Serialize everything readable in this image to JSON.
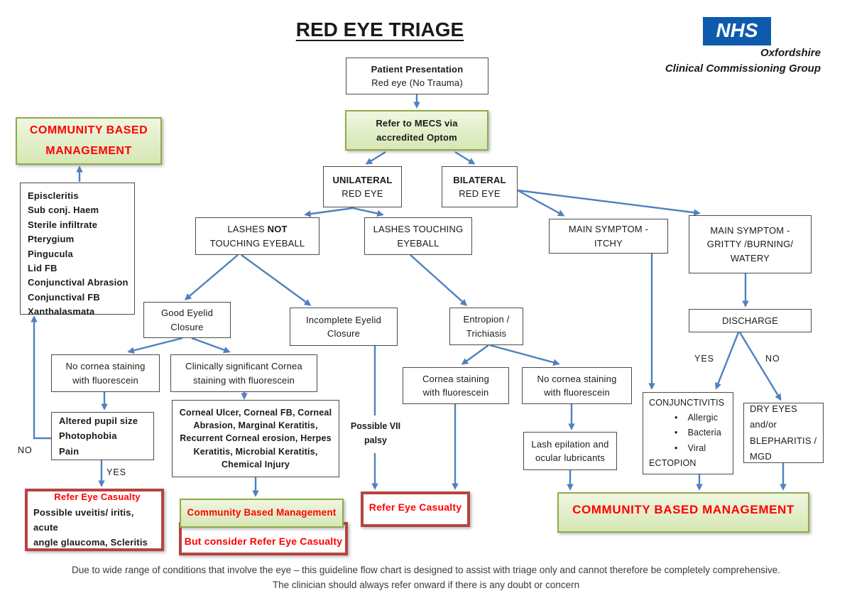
{
  "title": "RED EYE TRIAGE",
  "logo": {
    "nhs": "NHS",
    "org1": "Oxfordshire",
    "org2": "Clinical Commissioning Group"
  },
  "nodes": {
    "patient": {
      "line1": "Patient Presentation",
      "line2": "Red eye (No Trauma)"
    },
    "mecs": {
      "line1": "Refer to MECS via",
      "line2": "accredited Optom"
    },
    "unilateral": {
      "line1": "UNILATERAL",
      "line2": "RED EYE"
    },
    "bilateral": {
      "line1": "BILATERAL",
      "line2": "RED EYE"
    },
    "lashes_not": {
      "line1_pre": "LASHES ",
      "line1_bold": "NOT",
      "line2": "TOUCHING EYEBALL"
    },
    "lashes_touching": {
      "line1": "LASHES TOUCHING",
      "line2": "EYEBALL"
    },
    "symptom_itchy": {
      "line1": "MAIN SYMPTOM -",
      "line2": "ITCHY"
    },
    "symptom_gritty": {
      "line1": "MAIN SYMPTOM -",
      "line2": "GRITTY /BURNING/",
      "line3": "WATERY"
    },
    "community_top": {
      "line1": "COMMUNITY BASED",
      "line2": "MANAGEMENT"
    },
    "conditions": {
      "items": [
        "Episcleritis",
        "Sub conj. Haem",
        "Sterile infiltrate",
        "Pterygium",
        "Pingucula",
        "Lid FB",
        "Conjunctival Abrasion",
        "Conjunctival FB",
        "Xanthalasmata"
      ]
    },
    "good_eyelid": {
      "line1": "Good Eyelid",
      "line2": "Closure"
    },
    "incomplete_eyelid": {
      "line1": "Incomplete Eyelid",
      "line2": "Closure"
    },
    "entropion": {
      "line1": "Entropion /",
      "line2": "Trichiasis"
    },
    "no_stain_left": {
      "line1": "No cornea staining",
      "line2": "with fluorescein"
    },
    "clin_sig_stain": {
      "line1": "Clinically significant Cornea",
      "line2": "staining with fluorescein"
    },
    "stain_mid": {
      "line1": "Cornea staining",
      "line2": "with fluorescein"
    },
    "no_stain_right": {
      "line1": "No cornea staining",
      "line2": "with fluorescein"
    },
    "discharge": {
      "label": "DISCHARGE"
    },
    "altered_pupil": {
      "line1": "Altered pupil size",
      "line2": "Photophobia",
      "line3": "Pain"
    },
    "corneal_conditions": {
      "text": "Corneal Ulcer, Corneal FB, Corneal Abrasion, Marginal Keratitis, Recurrent Corneal erosion, Herpes Keratitis, Microbial Keratitis, Chemical Injury"
    },
    "vii_palsy": {
      "line1": "Possible VII",
      "line2": "palsy"
    },
    "lash_epilation": {
      "line1": "Lash epilation and",
      "line2": "ocular lubricants"
    },
    "conjunctivitis": {
      "title": "CONJUNCTIVITIS",
      "bullets": [
        "Allergic",
        "Bacteria",
        "Viral"
      ],
      "footer": "ECTOPION"
    },
    "dry_eyes": {
      "line1": "DRY EYES and/or",
      "line2": "BLEPHARITIS /",
      "line3": "MGD"
    },
    "refer_left": {
      "title": "Refer Eye Casualty",
      "line2": "Possible uveitis/ iritis, acute",
      "line3": "angle glaucoma, Scleritis"
    },
    "community_small": {
      "label": "Community Based Management"
    },
    "but_consider": {
      "label": "But consider Refer Eye Casualty"
    },
    "refer_mid": {
      "label": "Refer Eye Casualty"
    },
    "community_bottom": {
      "label": "COMMUNITY BASED MANAGEMENT"
    }
  },
  "labels": {
    "yes_left": "YES",
    "no_left": "NO",
    "yes_right": "YES",
    "no_right": "NO"
  },
  "footer": {
    "line1": "Due to wide range of conditions that involve the eye – this guideline flow chart is designed to assist with triage only and cannot therefore be completely comprehensive.",
    "line2": "The clinician should always refer onward if there is any doubt or concern"
  },
  "colors": {
    "arrow_blue": "#4f81bd",
    "nhs_blue": "#0e5bad",
    "alert_red": "#ff0000",
    "red_border": "#b5443f",
    "green_border": "#8eac49",
    "green_fill": "#d6e7b4"
  }
}
